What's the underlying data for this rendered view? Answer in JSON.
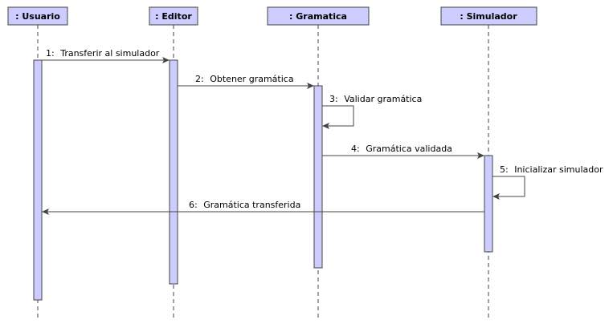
{
  "diagram": {
    "colors": {
      "object_fill": "#ccccff",
      "line": "#444444"
    },
    "participants": [
      {
        "id": "usuario",
        "label": ": Usuario"
      },
      {
        "id": "editor",
        "label": ": Editor"
      },
      {
        "id": "gramatica",
        "label": ": Gramatica"
      },
      {
        "id": "simulador",
        "label": ": Simulador"
      }
    ],
    "messages": [
      {
        "num": "1:",
        "text": "Transferir al simulador",
        "from": "usuario",
        "to": "editor"
      },
      {
        "num": "2:",
        "text": "Obtener gramática",
        "from": "editor",
        "to": "gramatica"
      },
      {
        "num": "3:",
        "text": "Validar gramática",
        "from": "gramatica",
        "to": "gramatica"
      },
      {
        "num": "4:",
        "text": "Gramática validada",
        "from": "gramatica",
        "to": "simulador"
      },
      {
        "num": "5:",
        "text": "Inicializar simulador",
        "from": "simulador",
        "to": "simulador"
      },
      {
        "num": "6:",
        "text": "Gramática transferida",
        "from": "simulador",
        "to": "usuario"
      }
    ]
  }
}
